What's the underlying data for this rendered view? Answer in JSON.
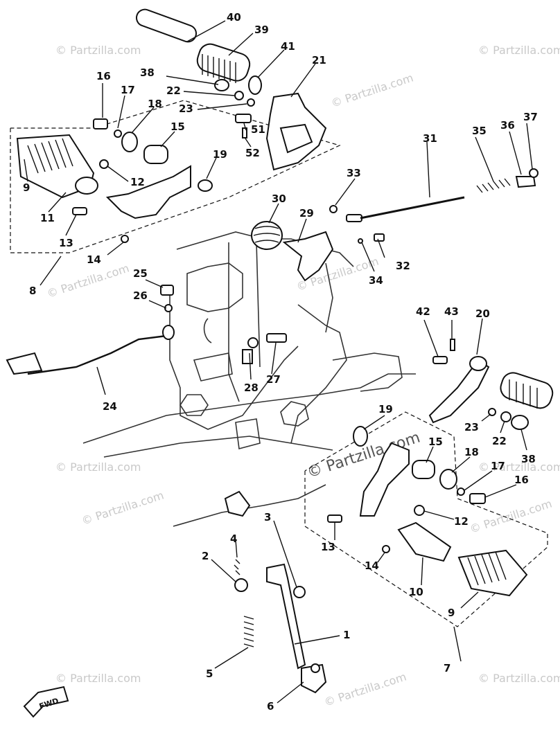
{
  "watermarks": {
    "small": "© Partzilla.com",
    "center": "© Partzilla.com"
  },
  "fwd_label": "FWD",
  "callouts": {
    "n1": "1",
    "n2": "2",
    "n3": "3",
    "n4": "4",
    "n5": "5",
    "n6": "6",
    "n7": "7",
    "n8": "8",
    "n9a": "9",
    "n9b": "9",
    "n10": "10",
    "n11": "11",
    "n12a": "12",
    "n12b": "12",
    "n13a": "13",
    "n13b": "13",
    "n14a": "14",
    "n14b": "14",
    "n15a": "15",
    "n15b": "15",
    "n16a": "16",
    "n16b": "16",
    "n17a": "17",
    "n17b": "17",
    "n18a": "18",
    "n18b": "18",
    "n19a": "19",
    "n19b": "19",
    "n20": "20",
    "n21": "21",
    "n22a": "22",
    "n22b": "22",
    "n23a": "23",
    "n23b": "23",
    "n24": "24",
    "n25": "25",
    "n26": "26",
    "n27": "27",
    "n28": "28",
    "n29": "29",
    "n30": "30",
    "n31": "31",
    "n32": "32",
    "n33": "33",
    "n34": "34",
    "n35": "35",
    "n36": "36",
    "n37": "37",
    "n38a": "38",
    "n38b": "38",
    "n39": "39",
    "n40": "40",
    "n41": "41",
    "n42": "42",
    "n43": "43",
    "n51": "51",
    "n52": "52"
  }
}
